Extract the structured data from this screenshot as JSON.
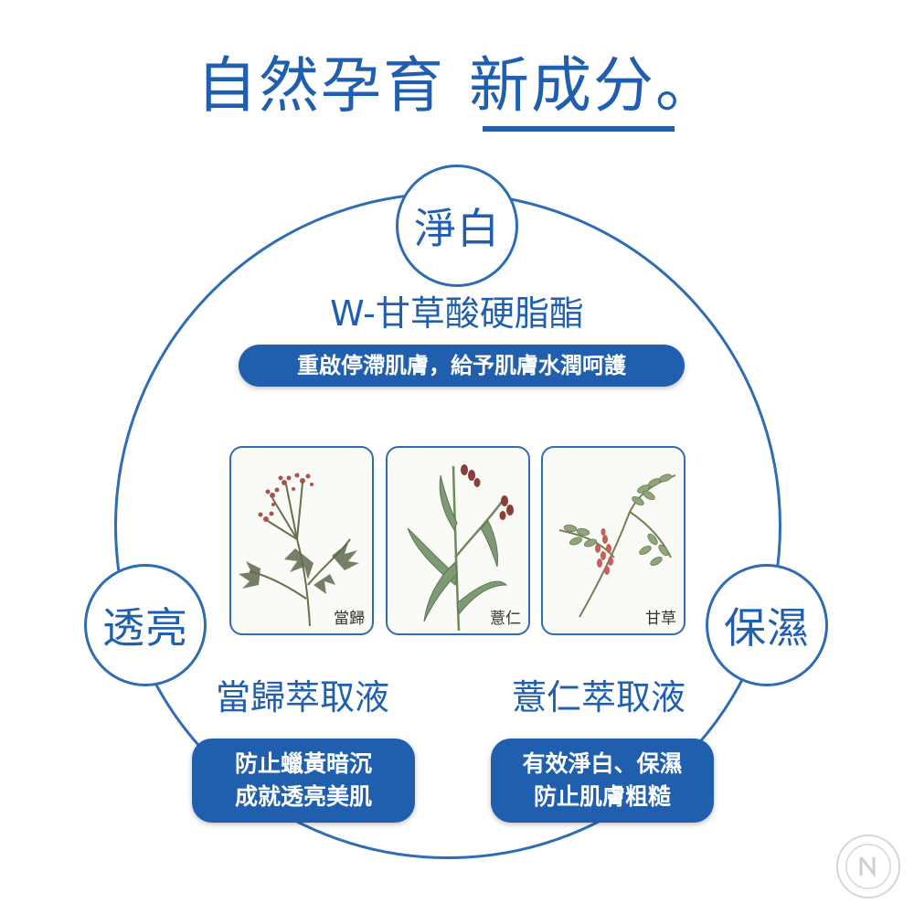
{
  "header": {
    "title_part1": "自然孕育",
    "title_part2": "新成分。"
  },
  "nodes": {
    "top": "淨白",
    "left": "透亮",
    "right": "保濕"
  },
  "ingredient": {
    "name": "W-甘草酸硬脂酯",
    "description": "重啟停滯肌膚，給予肌膚水潤呵護"
  },
  "cards": [
    {
      "label": "當歸",
      "icon": "angelica-illustration"
    },
    {
      "label": "薏仁",
      "icon": "coix-seed-illustration"
    },
    {
      "label": "甘草",
      "icon": "licorice-illustration"
    }
  ],
  "extracts": {
    "left": {
      "title": "當歸萃取液",
      "line1": "防止蠟黃暗沉",
      "line2": "成就透亮美肌"
    },
    "right": {
      "title": "薏仁萃取液",
      "line1": "有效淨白、保濕",
      "line2": "防止肌膚粗糙"
    }
  },
  "colors": {
    "primary": "#1f5fae",
    "circle_line": "#2e6db4",
    "background": "#ffffff"
  }
}
